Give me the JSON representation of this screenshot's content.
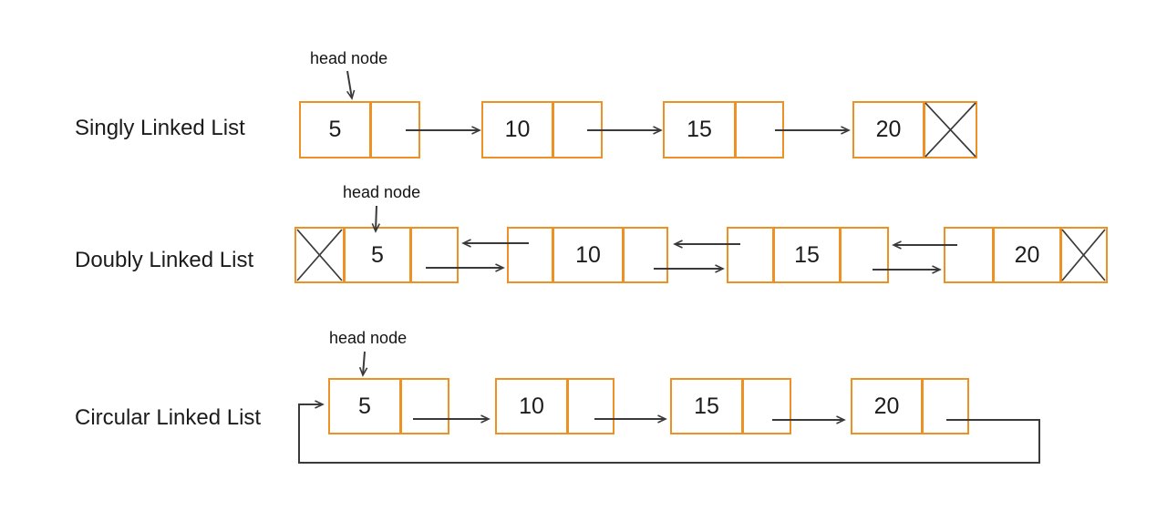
{
  "colors": {
    "box_border": "#ED9125",
    "arrow_line": "#3A3A3A",
    "text": "#1C1C1C",
    "background": "#FFFFFF"
  },
  "lists": [
    {
      "id": "singly",
      "label": "Singly Linked List",
      "head_label": "head node",
      "nodes": [
        "5",
        "10",
        "15",
        "20"
      ],
      "link_style": "forward-arrows",
      "terminator": "x-cross in tail pointer cell"
    },
    {
      "id": "doubly",
      "label": "Doubly Linked List",
      "head_label": "head node",
      "nodes": [
        "5",
        "10",
        "15",
        "20"
      ],
      "link_style": "forward-and-backward-arrows",
      "terminator": "x-cross in head prev cell and tail next cell"
    },
    {
      "id": "circular",
      "label": "Circular Linked List",
      "head_label": "head node",
      "nodes": [
        "5",
        "10",
        "15",
        "20"
      ],
      "link_style": "forward-arrows",
      "terminator": "loop line from tail pointer back to head node"
    }
  ]
}
